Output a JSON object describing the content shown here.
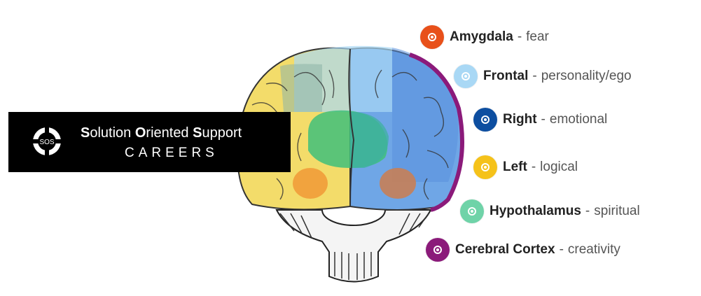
{
  "logo": {
    "title_parts": [
      {
        "text": "S",
        "bold": true
      },
      {
        "text": "olution ",
        "bold": false
      },
      {
        "text": "O",
        "bold": true
      },
      {
        "text": "riented ",
        "bold": false
      },
      {
        "text": "S",
        "bold": true
      },
      {
        "text": "upport",
        "bold": false
      }
    ],
    "subtitle": "CAREERS",
    "icon_text": "SOS"
  },
  "legend": [
    {
      "term": "Amygdala",
      "desc": "fear",
      "color": "#E8501A"
    },
    {
      "term": "Frontal",
      "desc": "personality/ego",
      "color": "#A9D8F5"
    },
    {
      "term": "Right",
      "desc": "emotional",
      "color": "#0D4EA0"
    },
    {
      "term": "Left",
      "desc": "logical",
      "color": "#F5C21A"
    },
    {
      "term": "Hypothalamus",
      "desc": "spiritual",
      "color": "#6FD3A8"
    },
    {
      "term": "Cerebral Cortex",
      "desc": "creativity",
      "color": "#8B1A7A"
    }
  ],
  "separator": "-"
}
